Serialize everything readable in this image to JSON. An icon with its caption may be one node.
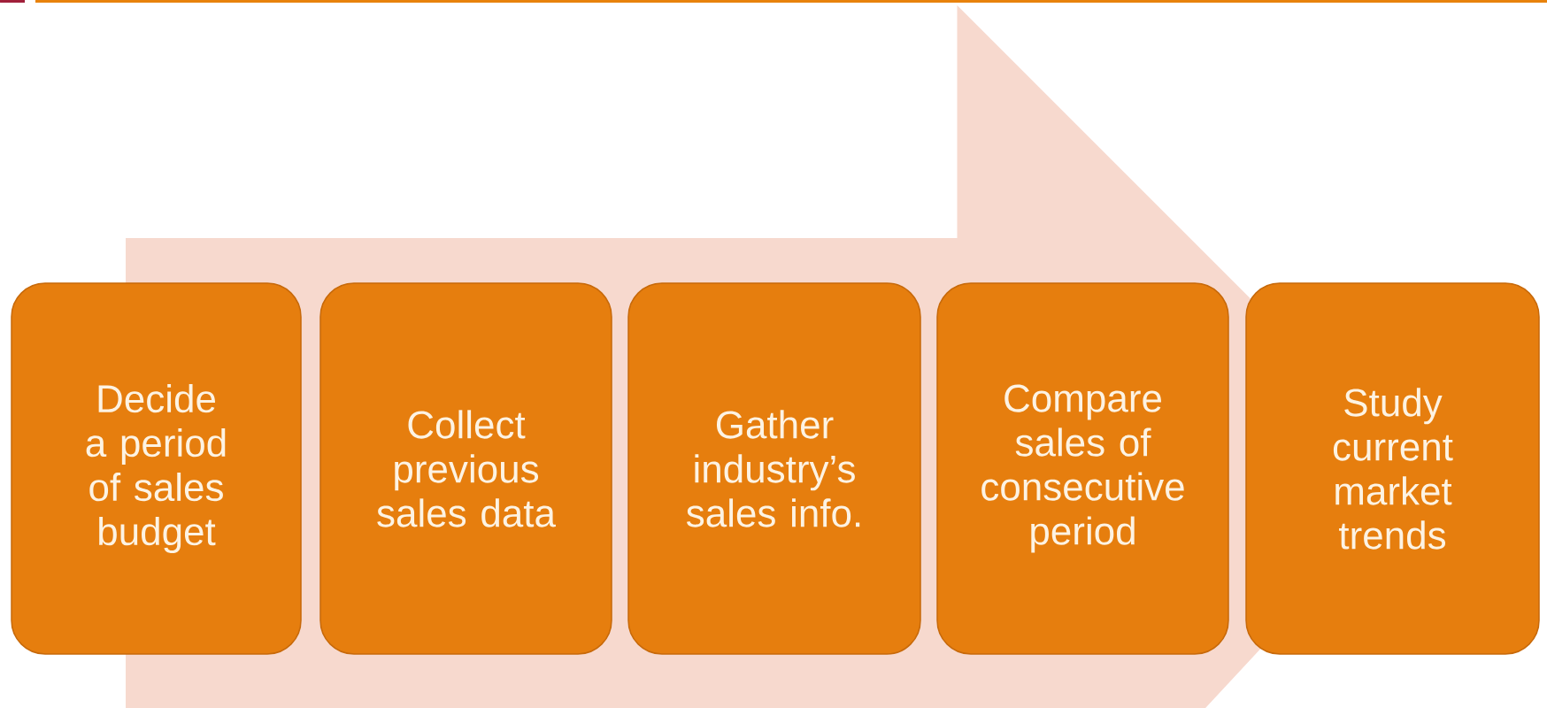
{
  "diagram": {
    "nodes": [
      {
        "text": [
          "Decide a period of sales budget"
        ]
      },
      {
        "text": [
          "Collect previous sales data"
        ]
      },
      {
        "text": [
          "Gather industry’s sales info."
        ]
      },
      {
        "text": [
          "Compare sales of consecutive period"
        ]
      },
      {
        "text": [
          "Study current market trends"
        ]
      }
    ],
    "edges": [
      {
        "from": 0,
        "to": 4,
        "arrow": "to"
      }
    ]
  }
}
